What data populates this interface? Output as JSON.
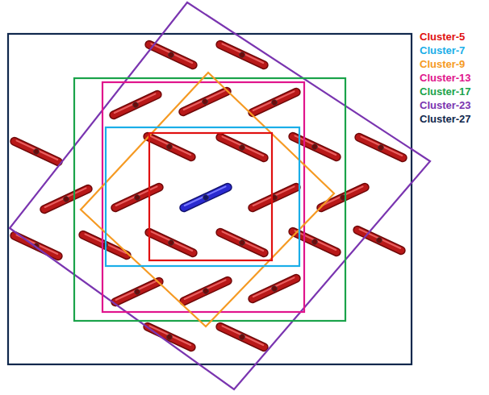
{
  "diagram": {
    "legend": [
      {
        "text": "Cluster-5",
        "color": "#e01010"
      },
      {
        "text": "Cluster-7",
        "color": "#1aaee8"
      },
      {
        "text": "Cluster-9",
        "color": "#f59a23"
      },
      {
        "text": "Cluster-13",
        "color": "#e0158c"
      },
      {
        "text": "Cluster-17",
        "color": "#1aa34a"
      },
      {
        "text": "Cluster-23",
        "color": "#7a35b0"
      },
      {
        "text": "Cluster-27",
        "color": "#10284d"
      }
    ]
  }
}
